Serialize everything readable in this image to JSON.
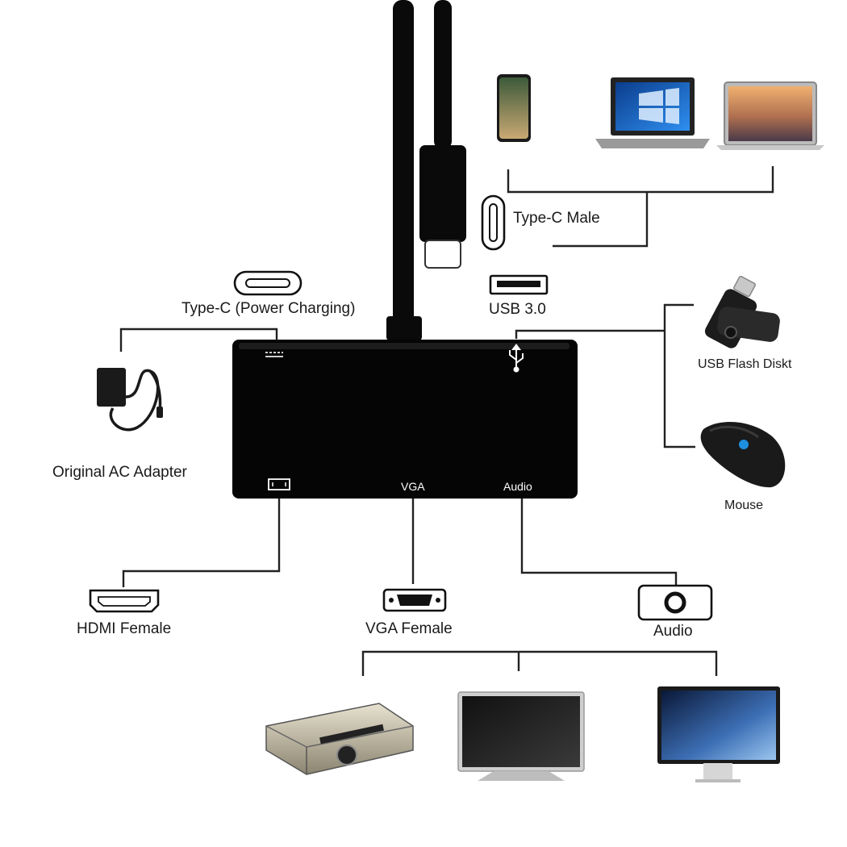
{
  "labels": {
    "type_c_male": "Type-C Male",
    "type_c_power": "Type-C (Power Charging)",
    "usb3": "USB 3.0",
    "ac_adapter": "Original AC Adapter",
    "usb_flash": "USB Flash Diskt",
    "mouse": "Mouse",
    "hdmi_female": "HDMI Female",
    "vga_female": "VGA Female",
    "audio": "Audio"
  },
  "hub": {
    "vga_port_label": "VGA",
    "audio_port_label": "Audio"
  },
  "icons": {
    "phone": "smartphone-icon",
    "laptop_windows": "laptop-windows-icon",
    "laptop_mac": "laptop-mac-icon",
    "usb_c": "usb-c-port-icon",
    "usb_a": "usb-a-port-icon",
    "adapter": "ac-adapter-icon",
    "flash_drive": "usb-flash-drive-icon",
    "mouse": "gaming-mouse-icon",
    "hdmi": "hdmi-port-icon",
    "vga": "vga-port-icon",
    "audio": "audio-jack-icon",
    "projector": "projector-icon",
    "monitor": "monitor-icon",
    "imac": "imac-icon"
  },
  "colors": {
    "hub_body": "#050505",
    "line": "#222222",
    "mouse_accent": "#1e8fe0",
    "windows_blue": "#1d6fd6"
  }
}
